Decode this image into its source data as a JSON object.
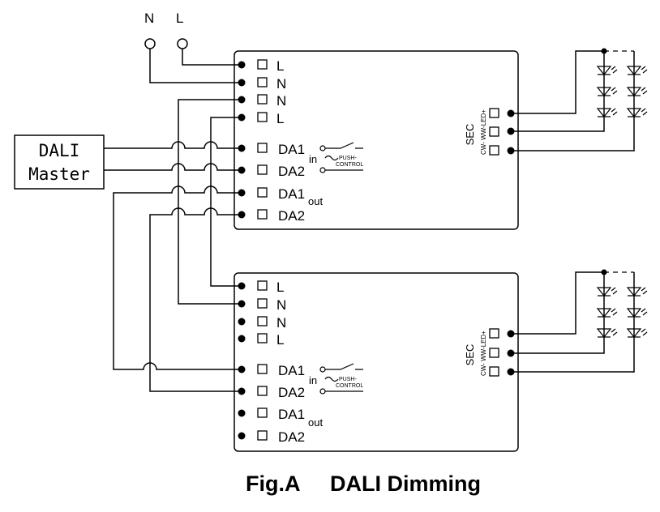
{
  "mains": {
    "n_label": "N",
    "l_label": "L"
  },
  "dali_master": {
    "line1": "DALI",
    "line2": "Master"
  },
  "driver_terminals": [
    "L",
    "N",
    "N",
    "L",
    "DA1",
    "DA2",
    "DA1",
    "DA2"
  ],
  "port_labels": {
    "in": "in",
    "out": "out"
  },
  "push_control": {
    "line1": "PUSH-",
    "line2": "CONTROL"
  },
  "sec": {
    "label": "SEC",
    "pins": "CW- WW-LED+"
  },
  "caption": {
    "fig": "Fig.A",
    "title": "DALI Dimming"
  }
}
